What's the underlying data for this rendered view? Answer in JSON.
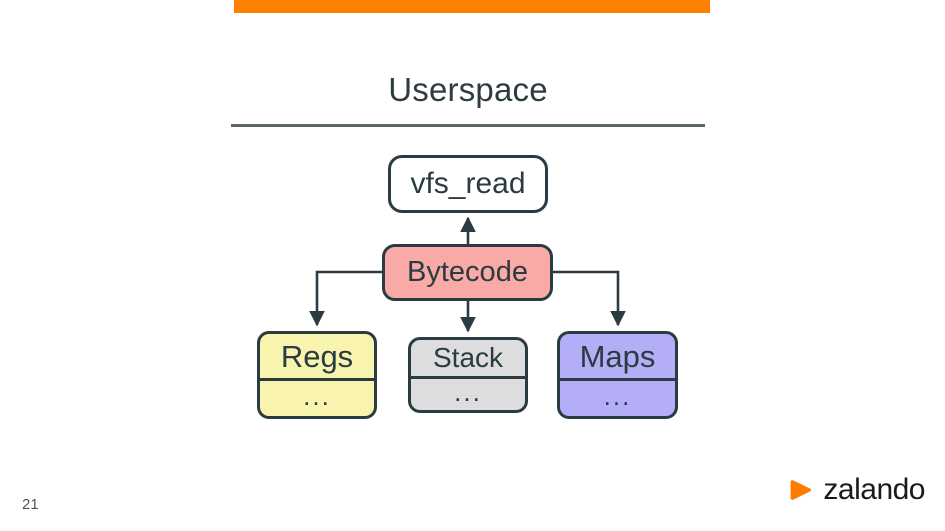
{
  "slide": {
    "title": "Userspace",
    "page_number": "21",
    "accent_color": "#ff8000",
    "title_color": "#2e3c42",
    "rule_color": "#5d666b"
  },
  "brand": {
    "name": "zalando",
    "mark_icon": "zalando-play-triangle-icon",
    "mark_color": "#ff7a00"
  },
  "diagram": {
    "type": "flowchart",
    "nodes": [
      {
        "id": "vfs_read",
        "label": "vfs_read",
        "fill": "#ffffff",
        "stroke": "#2a3b42"
      },
      {
        "id": "bytecode",
        "label": "Bytecode",
        "fill": "#f9aaa7",
        "stroke": "#2a3b42"
      },
      {
        "id": "regs",
        "label": "Regs",
        "detail": "...",
        "fill": "#f8f3ad",
        "stroke": "#2a3b42"
      },
      {
        "id": "stack",
        "label": "Stack",
        "detail": "...",
        "fill": "#dddddd",
        "stroke": "#2a3b42"
      },
      {
        "id": "maps",
        "label": "Maps",
        "detail": "...",
        "fill": "#b3aef7",
        "stroke": "#2a3b42"
      }
    ],
    "edges": [
      {
        "from": "bytecode",
        "to": "vfs_read",
        "direction": "up"
      },
      {
        "from": "bytecode",
        "to": "regs",
        "direction": "down-left"
      },
      {
        "from": "bytecode",
        "to": "stack",
        "direction": "down"
      },
      {
        "from": "bytecode",
        "to": "maps",
        "direction": "down-right"
      }
    ]
  }
}
